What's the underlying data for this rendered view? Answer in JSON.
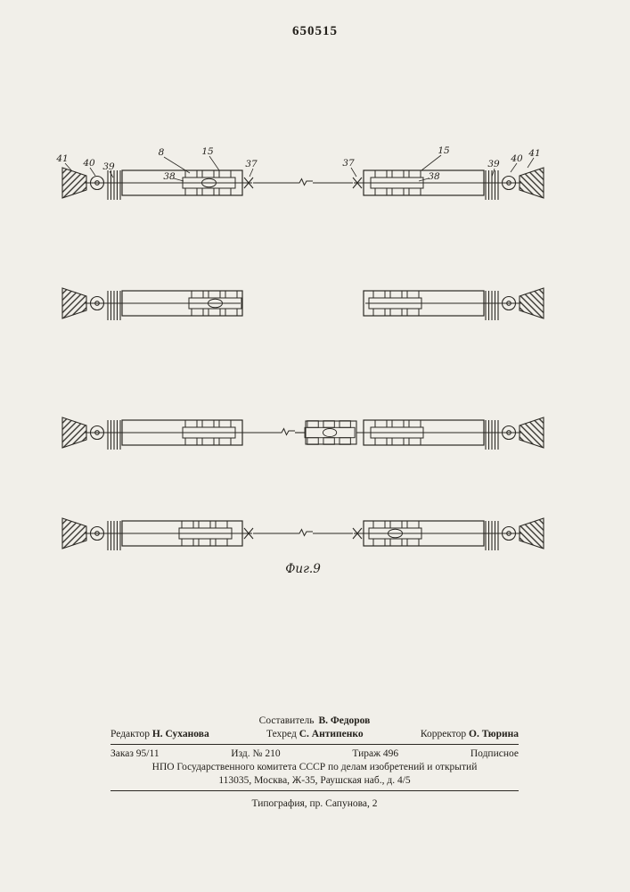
{
  "page": {
    "patent_number": "650515"
  },
  "figure": {
    "caption": "Фиг.9",
    "callouts": {
      "left": {
        "c41": "41",
        "c40": "40",
        "c39": "39",
        "c8": "8",
        "c15": "15",
        "c38": "38",
        "c37": "37"
      },
      "right": {
        "c37": "37",
        "c15": "15",
        "c38": "38",
        "c39": "39",
        "c40": "40",
        "c41": "41"
      }
    }
  },
  "footer": {
    "compiler_label": "Составитель",
    "compiler_name": "В. Федоров",
    "editor_label": "Редактор",
    "editor_name": "Н. Суханова",
    "techred_label": "Техред",
    "techred_name": "С. Антипенко",
    "corrector_label": "Корректор",
    "corrector_name": "О. Тюрина",
    "order": "Заказ 95/11",
    "edition": "Изд. № 210",
    "print_run": "Тираж 496",
    "subscription": "Подписное",
    "committee_line1": "НПО Государственного комитета СССР по делам изобретений и открытий",
    "committee_line2": "113035, Москва, Ж-35, Раушская наб., д. 4/5",
    "typography": "Типография, пр. Сапунова, 2"
  }
}
